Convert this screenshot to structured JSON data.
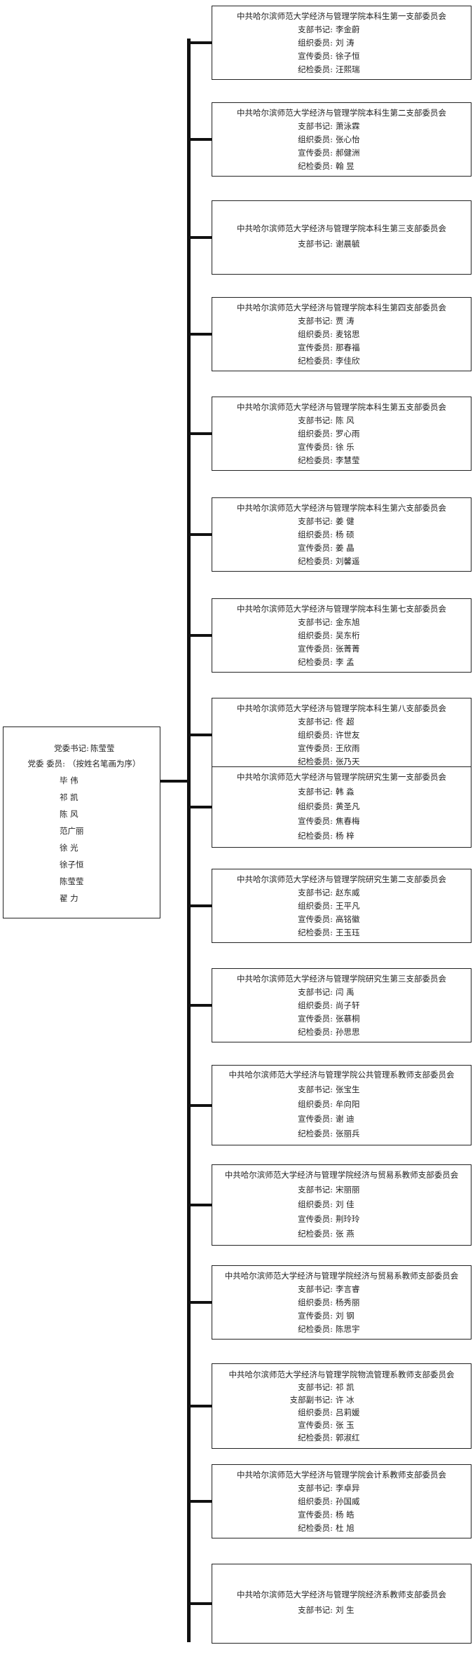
{
  "committee": {
    "secretary_label": "党委书记:",
    "secretary_name": "陈莹莹",
    "members_label": "党委 委员:",
    "members_note": "（按姓名笔画为序）",
    "members": [
      "毕 伟",
      "祁 凯",
      "陈 风",
      "范广丽",
      "徐 光",
      "徐子恒",
      "陈莹莹",
      "翟 力"
    ]
  },
  "branches": [
    {
      "title": "中共哈尔滨师范大学经济与管理学院本科生第一支部委员会",
      "rows": [
        [
          "支部书记:",
          "李金蔚"
        ],
        [
          "组织委员:",
          "刘 涛"
        ],
        [
          "宣传委员:",
          "徐子恒"
        ],
        [
          "纪检委员:",
          "汪熙瑞"
        ]
      ]
    },
    {
      "title": "中共哈尔滨师范大学经济与管理学院本科生第二支部委员会",
      "rows": [
        [
          "支部书记:",
          "萧泳霖"
        ],
        [
          "组织委员:",
          "张心怡"
        ],
        [
          "宣传委员:",
          "郝健洲"
        ],
        [
          "纪检委员:",
          "翰 昱"
        ]
      ]
    },
    {
      "title": "中共哈尔滨师范大学经济与管理学院本科生第三支部委员会",
      "rows": [
        [
          "支部书记:",
          "谢晨毓"
        ]
      ]
    },
    {
      "title": "中共哈尔滨师范大学经济与管理学院本科生第四支部委员会",
      "rows": [
        [
          "支部书记:",
          "贾 涛"
        ],
        [
          "组织委员:",
          "麦铭思"
        ],
        [
          "宣传委员:",
          "那春福"
        ],
        [
          "纪检委员:",
          "李佳欣"
        ]
      ]
    },
    {
      "title": "中共哈尔滨师范大学经济与管理学院本科生第五支部委员会",
      "rows": [
        [
          "支部书记:",
          "陈 风"
        ],
        [
          "组织委员:",
          "罗心雨"
        ],
        [
          "宣传委员:",
          "徐 乐"
        ],
        [
          "纪检委员:",
          "李慧莹"
        ]
      ]
    },
    {
      "title": "中共哈尔滨师范大学经济与管理学院本科生第六支部委员会",
      "rows": [
        [
          "支部书记:",
          "姜 健"
        ],
        [
          "组织委员:",
          "杨 硕"
        ],
        [
          "宣传委员:",
          "姜 晶"
        ],
        [
          "纪检委员:",
          "刘馨遥"
        ]
      ]
    },
    {
      "title": "中共哈尔滨师范大学经济与管理学院本科生第七支部委员会",
      "rows": [
        [
          "支部书记:",
          "金东旭"
        ],
        [
          "组织委员:",
          "吴东桁"
        ],
        [
          "宣传委员:",
          "张菁菁"
        ],
        [
          "纪检委员:",
          "李 孟"
        ]
      ]
    },
    {
      "title": "中共哈尔滨师范大学经济与管理学院本科生第八支部委员会",
      "rows": [
        [
          "支部书记:",
          "佟 超"
        ],
        [
          "组织委员:",
          "许世友"
        ],
        [
          "宣传委员:",
          "王欣雨"
        ],
        [
          "纪检委员:",
          "张乃天"
        ]
      ]
    },
    {
      "title": "中共哈尔滨师范大学经济与管理学院研究生第一支部委员会",
      "rows": [
        [
          "支部书记:",
          "韩 淼"
        ],
        [
          "组织委员:",
          "黄圣凡"
        ],
        [
          "宣传委员:",
          "焦春梅"
        ],
        [
          "纪检委员:",
          "杨 梓"
        ]
      ]
    },
    {
      "title": "中共哈尔滨师范大学经济与管理学院研究生第二支部委员会",
      "rows": [
        [
          "支部书记:",
          "赵东威"
        ],
        [
          "组织委员:",
          "王平凡"
        ],
        [
          "宣传委员:",
          "高铭徽"
        ],
        [
          "纪检委员:",
          "王玉珏"
        ]
      ]
    },
    {
      "title": "中共哈尔滨师范大学经济与管理学院研究生第三支部委员会",
      "rows": [
        [
          "支部书记:",
          "闫 禹"
        ],
        [
          "组织委员:",
          "尚子轩"
        ],
        [
          "宣传委员:",
          "张慕桐"
        ],
        [
          "纪检委员:",
          "孙思思"
        ]
      ]
    },
    {
      "title": "中共哈尔滨师范大学经济与管理学院公共管理系教师支部委员会",
      "rows": [
        [
          "支部书记:",
          "张宝生"
        ],
        [
          "组织委员:",
          "牟向阳"
        ],
        [
          "宣传委员:",
          "谢 迪"
        ],
        [
          "纪检委员:",
          "张丽兵"
        ]
      ]
    },
    {
      "title": "中共哈尔滨师范大学经济与管理学院经济与贸易系教师支部委员会",
      "rows": [
        [
          "支部书记:",
          "宋丽丽"
        ],
        [
          "组织委员:",
          "刘 佳"
        ],
        [
          "宣传委员:",
          "荆玲玲"
        ],
        [
          "纪检委员:",
          "张 燕"
        ]
      ]
    },
    {
      "title": "中共哈尔滨师范大学经济与管理学院经济与贸易系教师支部委员会",
      "rows": [
        [
          "支部书记:",
          "李言睿"
        ],
        [
          "组织委员:",
          "杨秀丽"
        ],
        [
          "宣传委员:",
          "刘 钢"
        ],
        [
          "纪检委员:",
          "陈思宇"
        ]
      ]
    },
    {
      "title": "中共哈尔滨师范大学经济与管理学院物流管理系教师支部委员会",
      "rows": [
        [
          "支部书记:",
          "祁 凯"
        ],
        [
          "支部副书记:",
          "许 冰"
        ],
        [
          "组织委员:",
          "吕莉媛"
        ],
        [
          "宣传委员:",
          "张 玉"
        ],
        [
          "纪检委员:",
          "郭淑红"
        ]
      ]
    },
    {
      "title": "中共哈尔滨师范大学经济与管理学院会计系教师支部委员会",
      "rows": [
        [
          "支部书记:",
          "李卓异"
        ],
        [
          "组织委员:",
          "孙国威"
        ],
        [
          "宣传委员:",
          "杨 皓"
        ],
        [
          "纪检委员:",
          "杜 旭"
        ]
      ]
    },
    {
      "title": "中共哈尔滨师范大学经济与管理学院经济系教师支部委员会",
      "rows": [
        [
          "支部书记:",
          "刘 生"
        ]
      ]
    }
  ]
}
